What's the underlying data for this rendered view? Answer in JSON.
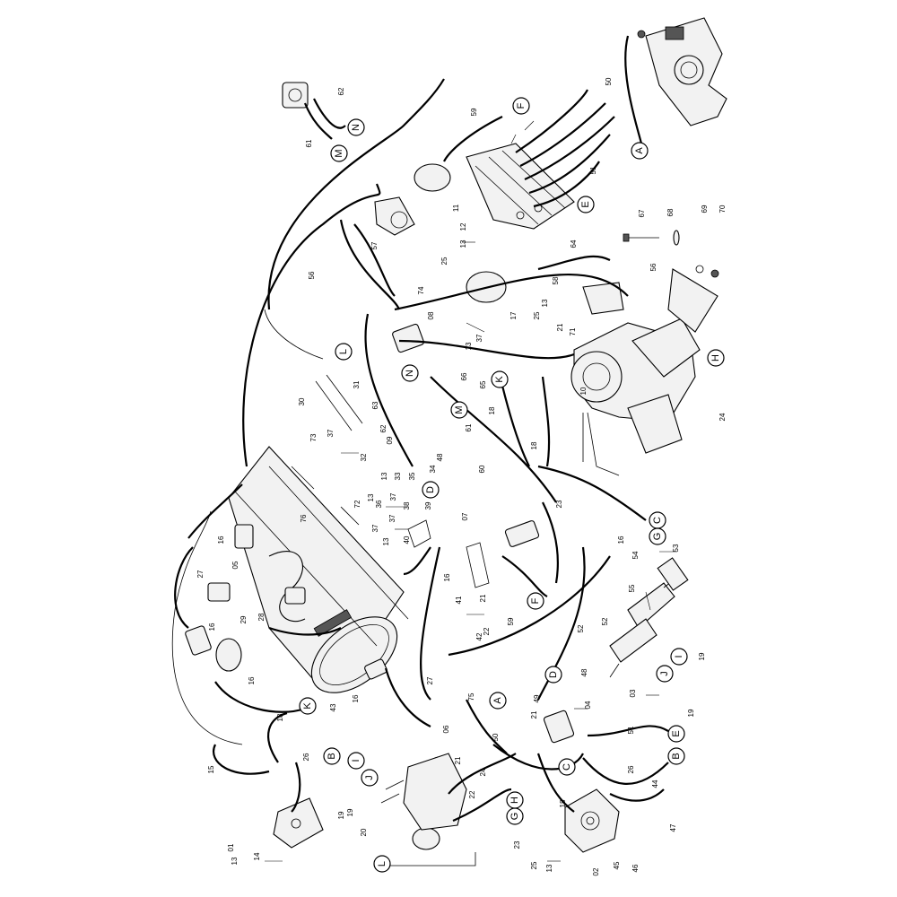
{
  "connector_letters": [
    "A",
    "B",
    "C",
    "D",
    "E",
    "F",
    "G",
    "H",
    "I",
    "J",
    "K",
    "L",
    "M",
    "N"
  ],
  "part_numbers": [
    "01",
    "02",
    "03",
    "04",
    "05",
    "06",
    "07",
    "08",
    "09",
    "10",
    "11",
    "12",
    "13",
    "14",
    "15",
    "16",
    "17",
    "18",
    "19",
    "20",
    "21",
    "22",
    "23",
    "24",
    "25",
    "26",
    "27",
    "28",
    "29",
    "30",
    "31",
    "32",
    "33",
    "34",
    "35",
    "36",
    "37",
    "38",
    "39",
    "40",
    "41",
    "42",
    "43",
    "44",
    "45",
    "46",
    "47",
    "48",
    "49",
    "50",
    "51",
    "52",
    "53",
    "54",
    "55",
    "56",
    "57",
    "58",
    "59",
    "60",
    "61",
    "62",
    "63",
    "64",
    "65",
    "66",
    "67",
    "68",
    "69",
    "70",
    "71",
    "72",
    "73",
    "74",
    "75",
    "76"
  ]
}
